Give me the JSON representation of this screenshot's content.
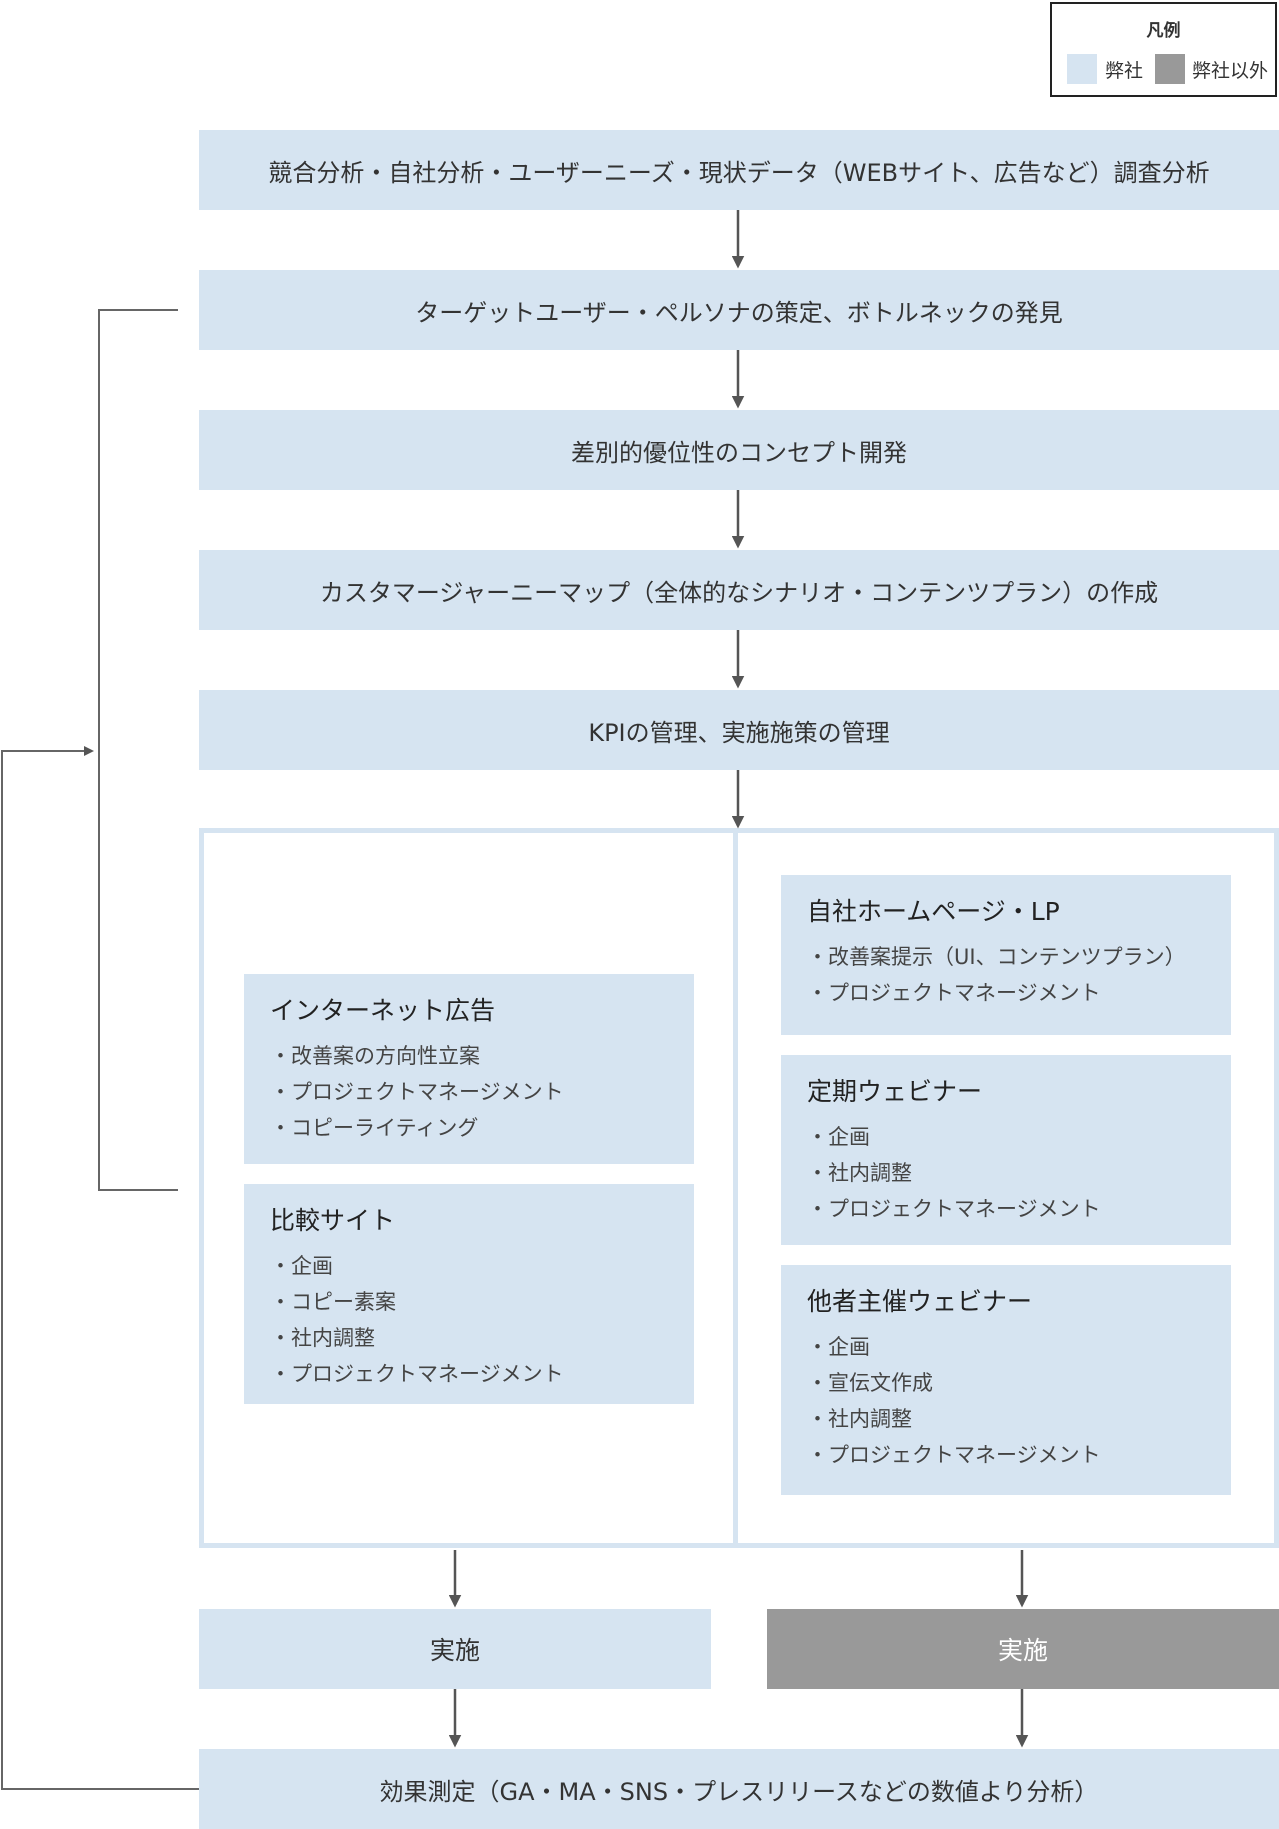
{
  "legend": {
    "title": "凡例",
    "own": {
      "label": "弊社",
      "color": "#d6e4f1"
    },
    "other": {
      "label": "弊社以外",
      "color": "#999999"
    }
  },
  "steps": [
    "競合分析・自社分析・ユーザーニーズ・現状データ（WEBサイト、広告など）調査分析",
    "ターゲットユーザー・ペルソナの策定、ボトルネックの発見",
    "差別的優位性のコンセプト開発",
    "カスタマージャーニーマップ（全体的なシナリオ・コンテンツプラン）の作成",
    "KPIの管理、実施施策の管理"
  ],
  "cards": {
    "internet_ad": {
      "title": "インターネット広告",
      "items": [
        "・改善案の方向性立案",
        "・プロジェクトマネージメント",
        "・コピーライティング"
      ]
    },
    "comparison_site": {
      "title": "比較サイト",
      "items": [
        "・企画",
        "・コピー素案",
        "・社内調整",
        "・プロジェクトマネージメント"
      ]
    },
    "homepage": {
      "title": "自社ホームページ・LP",
      "items": [
        "・改善案提示（UI、コンテンツプラン）",
        "・プロジェクトマネージメント"
      ]
    },
    "webinar": {
      "title": "定期ウェビナー",
      "items": [
        "・企画",
        "・社内調整",
        "・プロジェクトマネージメント"
      ]
    },
    "external_webinar": {
      "title": "他者主催ウェビナー",
      "items": [
        "・企画",
        "・宣伝文作成",
        "・社内調整",
        "・プロジェクトマネージメント"
      ]
    }
  },
  "execution": {
    "own": "実施",
    "other": "実施"
  },
  "measurement": "効果測定（GA・MA・SNS・プレスリリースなどの数値より分析）",
  "colors": {
    "own": "#d6e4f1",
    "other": "#999999",
    "arrow": "#555555",
    "line": "#666666"
  }
}
